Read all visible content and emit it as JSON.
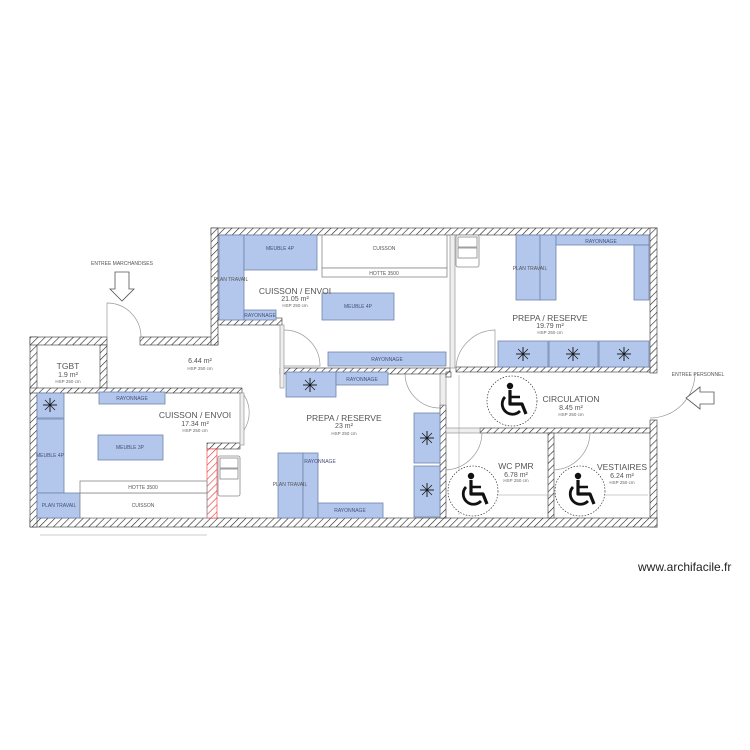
{
  "plan": {
    "entries": {
      "goods": "ENTREE MARCHANDISES",
      "staff": "ENTREE PERSONNEL"
    },
    "rooms": [
      {
        "name": "TGBT",
        "area": "1.9 m²",
        "hsp": "HSP 250 cm"
      },
      {
        "name": "",
        "area": "6.44 m²",
        "hsp": "HSP 250 cm"
      },
      {
        "name": "CUISSON / ENVOI",
        "area": "21.05 m²",
        "hsp": "HSP 250 cm"
      },
      {
        "name": "PREPA / RESERVE",
        "area": "19.79 m²",
        "hsp": "HSP 250 cm"
      },
      {
        "name": "CUISSON / ENVOI",
        "area": "17.34 m²",
        "hsp": "HSP 250 cm"
      },
      {
        "name": "PREPA / RESERVE",
        "area": "23 m²",
        "hsp": "HSP 250 cm"
      },
      {
        "name": "CIRCULATION",
        "area": "8.45 m²",
        "hsp": "HSP 250 cm"
      },
      {
        "name": "WC PMR",
        "area": "6.78 m²",
        "hsp": "HSP 250 cm"
      },
      {
        "name": "VESTIAIRES",
        "area": "6.24 m²",
        "hsp": "HSP 250 cm"
      }
    ],
    "furniture": {
      "plan_travail": "PLAN TRAVAIL",
      "meuble_4p": "MEUBLE 4P",
      "meuble_3p": "MEUBLE 3P",
      "rayonnage": "RAYONNAGE",
      "cuisson": "CUISSON",
      "hotte": "HOTTE 3500"
    },
    "icons": [
      "freezer-snowflake-icon",
      "wheelchair-accessibility-icon",
      "sink-icon",
      "entrance-arrow-icon"
    ],
    "colors": {
      "furniture": "#b3c7ec",
      "chimney": "#e33333",
      "wall": "#333333"
    }
  },
  "footer": {
    "brand": "www.archifacile.fr"
  }
}
